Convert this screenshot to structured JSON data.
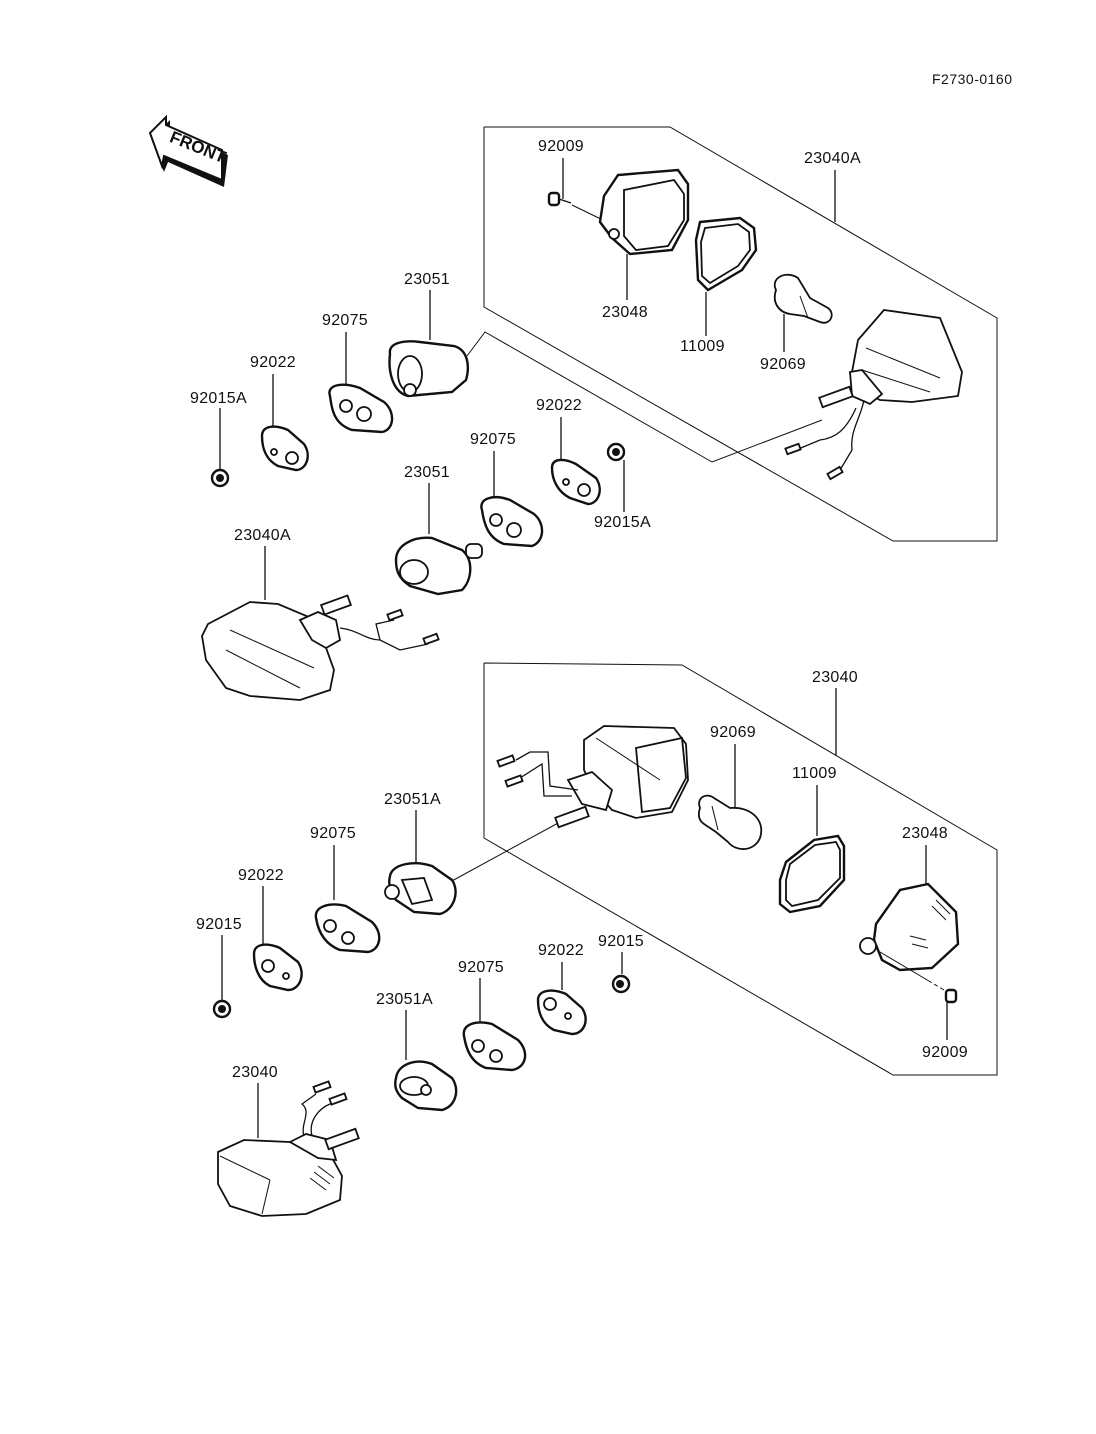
{
  "diagram_code": "F2730-0160",
  "front_indicator": "FRONT",
  "colors": {
    "ink": "#111111",
    "background": "#ffffff"
  },
  "assemblies": [
    {
      "name": "upper-assembly",
      "box_label": "23040A",
      "parts": {
        "screw": "92009",
        "lens": "23048",
        "gasket": "11009",
        "bulb": "92069"
      }
    },
    {
      "name": "lower-assembly",
      "box_label": "23040",
      "parts": {
        "bulb": "92069",
        "gasket": "11009",
        "lens": "23048",
        "screw": "92009"
      }
    }
  ],
  "labels": {
    "upper_left_mount": {
      "holder": "23051",
      "grommet": "92075",
      "plate": "92022",
      "nut": "92015A"
    },
    "upper_right_mount": {
      "holder": "23051",
      "grommet": "92075",
      "plate": "92022",
      "nut": "92015A"
    },
    "upper_signal": "23040A",
    "lower_left_mount": {
      "holder": "23051A",
      "grommet": "92075",
      "plate": "92022",
      "nut": "92015"
    },
    "lower_right_mount": {
      "holder": "23051A",
      "grommet": "92075",
      "plate": "92022",
      "nut": "92015"
    },
    "lower_signal": "23040"
  }
}
